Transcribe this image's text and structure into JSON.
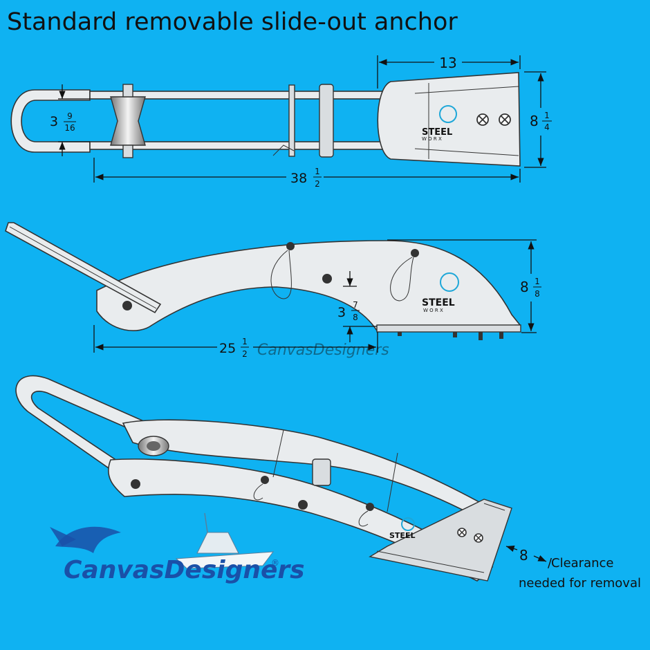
{
  "title": "Standard removable slide-out anchor",
  "dimensions": {
    "top_length": {
      "whole": "13"
    },
    "top_height": {
      "whole": "8",
      "num": "1",
      "den": "4"
    },
    "top_width": {
      "whole": "3",
      "num": "9",
      "den": "16"
    },
    "top_total": {
      "whole": "38",
      "num": "1",
      "den": "2"
    },
    "side_height": {
      "whole": "8",
      "num": "1",
      "den": "8"
    },
    "side_drop": {
      "whole": "3",
      "num": "7",
      "den": "8"
    },
    "side_length": {
      "whole": "25",
      "num": "1",
      "den": "2"
    },
    "clearance": {
      "whole": "8"
    }
  },
  "clearance_note": {
    "line1": "Clearance",
    "line2": "needed for removal"
  },
  "plate_logo": {
    "line1": "STEEL",
    "line2": "W O R X"
  },
  "watermark": {
    "brand": "CanvasDesigners",
    "mark": "®"
  },
  "colors": {
    "background": "#0fb2f2",
    "part": "#e9ecee",
    "logo_blue": "#1a50a8"
  }
}
